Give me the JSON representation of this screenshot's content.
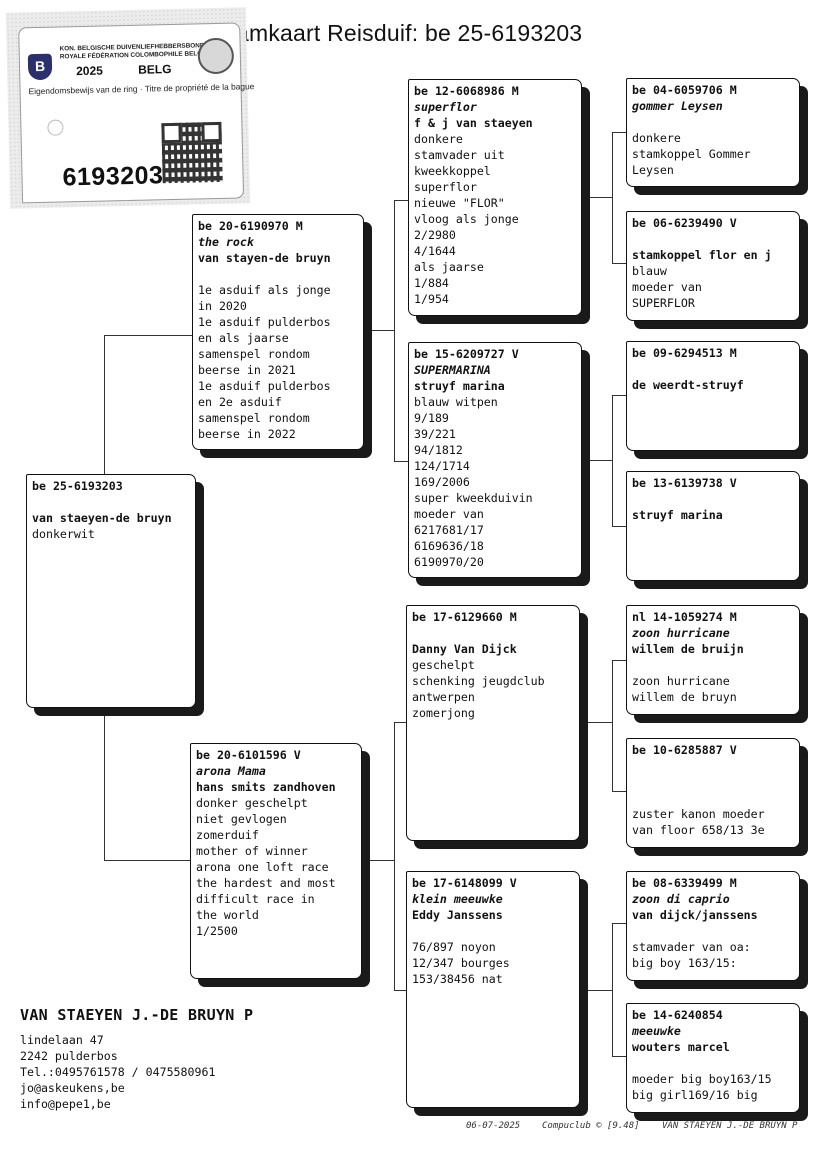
{
  "title": "amkaart Reisduif: be  25-6193203",
  "ring_card": {
    "federation_nl": "KON. BELGISCHE DUIVENLIEFHEBBERSBOND",
    "federation_fr": "ROYALE FÉDÉRATION COLOMBOPHILE BELGE",
    "year": "2025",
    "country": "BELG",
    "ownership_text": "Eigendomsbewijs van de ring · Titre de propriété de la bague",
    "ring_number": "6193203"
  },
  "pedigree": {
    "subject": {
      "lines": [
        "be  25-6193203",
        "",
        "van staeyen-de bruyn",
        "donkerwit"
      ]
    },
    "father": {
      "lines": [
        "be  20-6190970 M",
        "the rock",
        "van stayen-de bruyn",
        "",
        "1e asduif als jonge",
        "in 2020",
        "1e asduif pulderbos",
        "en als jaarse",
        "samenspel rondom",
        "beerse in 2021",
        "1e asduif pulderbos",
        "en 2e asduif",
        "samenspel rondom",
        "beerse in 2022"
      ]
    },
    "mother": {
      "lines": [
        "be  20-6101596 V",
        "arona Mama",
        "hans smits zandhoven",
        "donker geschelpt",
        "niet gevlogen",
        "zomerduif",
        "mother of winner",
        "arona one loft race",
        "the hardest and most",
        "difficult race in",
        "the world",
        "1/2500"
      ]
    },
    "ff": {
      "lines": [
        "be  12-6068986 M",
        "superflor",
        "f & j van staeyen",
        "donkere",
        "stamvader uit",
        "kweekkoppel",
        "superflor",
        "nieuwe \"FLOR\"",
        "vloog als jonge",
        "2/2980",
        "4/1644",
        "als jaarse",
        "1/884",
        "1/954"
      ]
    },
    "fm": {
      "lines": [
        "be  15-6209727 V",
        "SUPERMARINA",
        "struyf marina",
        "blauw witpen",
        "9/189",
        "39/221",
        "94/1812",
        "124/1714",
        "169/2006",
        "super kweekduivin",
        "moeder van",
        "6217681/17",
        "6169636/18",
        "6190970/20"
      ]
    },
    "mf": {
      "lines": [
        "be  17-6129660 M",
        "",
        "Danny Van Dijck",
        "geschelpt",
        "schenking jeugdclub",
        "antwerpen",
        "zomerjong"
      ]
    },
    "mm": {
      "lines": [
        "be  17-6148099 V",
        "klein meeuwke",
        "Eddy Janssens",
        "",
        "76/897 noyon",
        "12/347 bourges",
        "153/38456 nat"
      ]
    },
    "fff": {
      "lines": [
        "be  04-6059706 M",
        "gommer Leysen",
        "",
        "donkere",
        "stamkoppel Gommer",
        "Leysen"
      ]
    },
    "ffm": {
      "lines": [
        "be  06-6239490 V",
        "",
        "stamkoppel flor en j",
        "blauw",
        "moeder van",
        "SUPERFLOR"
      ]
    },
    "fmf": {
      "lines": [
        "be  09-6294513 M",
        "",
        "de weerdt-struyf"
      ]
    },
    "fmm": {
      "lines": [
        "be  13-6139738 V",
        "",
        "struyf marina"
      ]
    },
    "mff": {
      "lines": [
        "nl  14-1059274 M",
        "zoon hurricane",
        "willem de bruijn",
        "",
        "zoon hurricane",
        "willem de bruyn"
      ]
    },
    "mfm": {
      "lines": [
        "be  10-6285887 V",
        "",
        "",
        "",
        "zuster kanon moeder",
        "van floor 658/13 3e"
      ]
    },
    "mmf": {
      "lines": [
        "be  08-6339499 M",
        "zoon di caprio",
        "van dijck/janssens",
        "",
        "stamvader van oa:",
        "big boy 163/15:"
      ]
    },
    "mmm": {
      "lines": [
        "be  14-6240854",
        "meeuwke",
        "wouters marcel",
        "",
        "moeder big boy163/15",
        "big girl169/16 big"
      ]
    }
  },
  "owner": {
    "name": "VAN STAEYEN J.-DE BRUYN P",
    "address": "lindelaan 47",
    "city": "2242  pulderbos",
    "phone": "Tel.:0495761578 / 0475580961",
    "email1": "jo@askeukens,be",
    "email2": "info@pepe1,be"
  },
  "footer": {
    "date": "06-07-2025",
    "software": "Compuclub © [9.48]",
    "owner_short": "VAN STAEYEN J.-DE BRUYN P"
  }
}
